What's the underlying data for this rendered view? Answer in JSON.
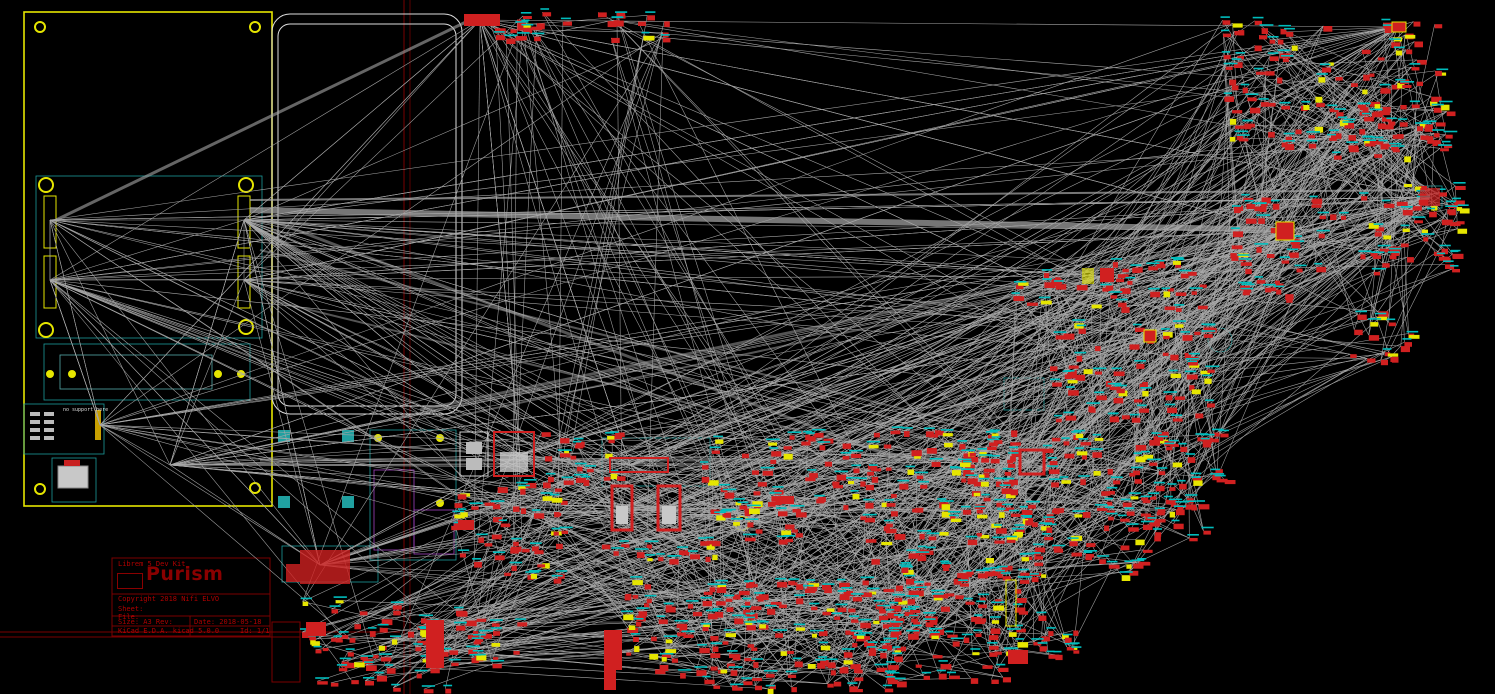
{
  "title_block": {
    "project": "Librem 5 Dev Kit",
    "brand": "Purism",
    "copyright": "Copyright 2018 Nifi ELVO",
    "sheet": "Sheet:",
    "file": "File:",
    "size_rev": "Size: A3      Rev:",
    "date": "Date: 2018-05-18",
    "kicad": "KiCad E.D.A.   kicad 5.0.0",
    "id": "Id: 1/1"
  },
  "board_note": "no support here",
  "colors": {
    "background": "#000000",
    "ratsnest": "#a8a8a8",
    "silkscreen": "#ffff00",
    "courtyard": "#1c9c9c",
    "copper": "#d02020",
    "reference": "#00d0d0",
    "frame": "#8a0000"
  },
  "icons": [
    "mounting-hole-icon",
    "connector-footprint-icon",
    "ic-footprint-icon",
    "passive-footprint-icon"
  ]
}
